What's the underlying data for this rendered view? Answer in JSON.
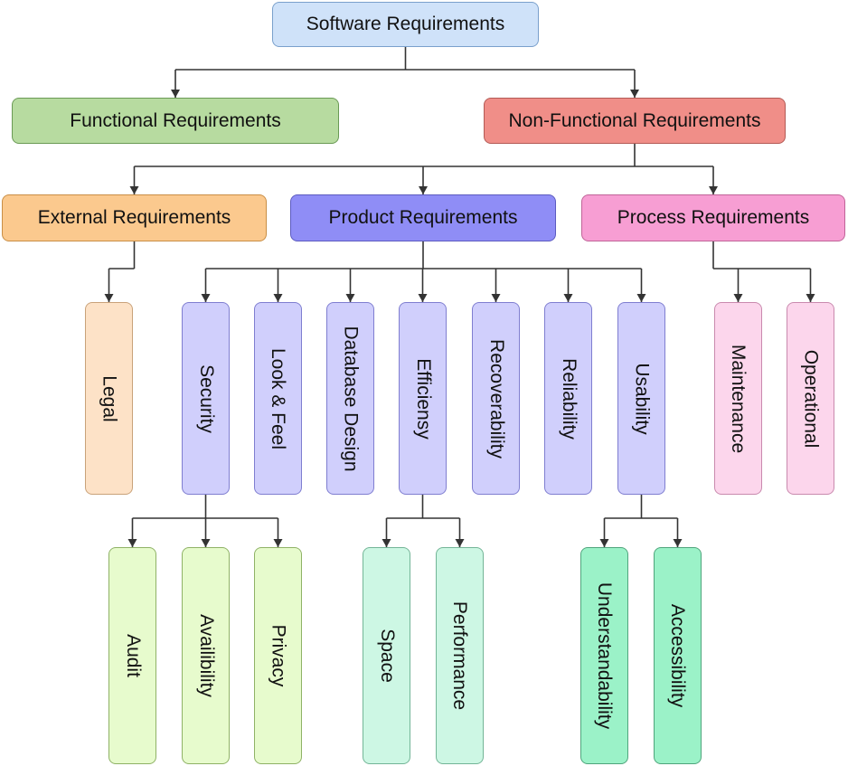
{
  "nodes": {
    "software_requirements": "Software Requirements",
    "functional_requirements": "Functional Requirements",
    "non_functional_requirements": "Non-Functional Requirements",
    "external_requirements": "External Requirements",
    "product_requirements": "Product Requirements",
    "process_requirements": "Process Requirements",
    "legal": "Legal",
    "security": "Security",
    "look_and_feel": "Look & Feel",
    "database_design": "Database Design",
    "efficiency": "Efficiensy",
    "recoverability": "Recoverability",
    "reliability": "Reliability",
    "usability": "Usability",
    "maintenance": "Maintenance",
    "operational": "Operational",
    "audit": "Audit",
    "availability": "Availibility",
    "privacy": "Privacy",
    "space": "Space",
    "performance": "Performance",
    "understandability": "Understandability",
    "accessibility": "Accessibility"
  },
  "colors": {
    "root": "#cfe2f9",
    "functional": "#b7dba0",
    "non_functional": "#f08e88",
    "external": "#fbc98e",
    "product": "#8f8df6",
    "process": "#f79ed3",
    "legal": "#fde2c7",
    "product_children": "#d0cffc",
    "process_children": "#fcd6ec",
    "security_children": "#e7fbcd",
    "efficiency_children": "#cdf7e4",
    "usability_children": "#9bf2c8",
    "connector": "#333333"
  },
  "edges": [
    [
      "software_requirements",
      "functional_requirements"
    ],
    [
      "software_requirements",
      "non_functional_requirements"
    ],
    [
      "non_functional_requirements",
      "external_requirements"
    ],
    [
      "non_functional_requirements",
      "product_requirements"
    ],
    [
      "non_functional_requirements",
      "process_requirements"
    ],
    [
      "external_requirements",
      "legal"
    ],
    [
      "product_requirements",
      "security"
    ],
    [
      "product_requirements",
      "look_and_feel"
    ],
    [
      "product_requirements",
      "database_design"
    ],
    [
      "product_requirements",
      "efficiency"
    ],
    [
      "product_requirements",
      "recoverability"
    ],
    [
      "product_requirements",
      "reliability"
    ],
    [
      "product_requirements",
      "usability"
    ],
    [
      "process_requirements",
      "maintenance"
    ],
    [
      "process_requirements",
      "operational"
    ],
    [
      "security",
      "audit"
    ],
    [
      "security",
      "availability"
    ],
    [
      "security",
      "privacy"
    ],
    [
      "efficiency",
      "space"
    ],
    [
      "efficiency",
      "performance"
    ],
    [
      "usability",
      "understandability"
    ],
    [
      "usability",
      "accessibility"
    ]
  ]
}
